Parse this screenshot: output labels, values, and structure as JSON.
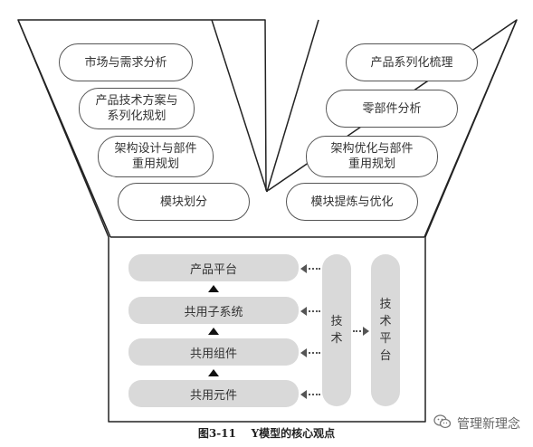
{
  "left_arm": {
    "items": [
      "市场与需求分析",
      "产品技术方案与\n系列化规划",
      "架构设计与部件\n重用规划",
      "模块划分"
    ]
  },
  "right_arm": {
    "items": [
      "产品系列化梳理",
      "零部件分析",
      "架构优化与部件\n重用规划",
      "模块提炼与优化"
    ]
  },
  "stem": {
    "layers": [
      "产品平台",
      "共用子系统",
      "共用组件",
      "共用元件"
    ],
    "technology": "技术",
    "tech_platform": "技术平台"
  },
  "caption": "图3-11    Y模型的核心观点",
  "watermark": {
    "text": "管理新理念",
    "icon": "wechat-icon"
  }
}
